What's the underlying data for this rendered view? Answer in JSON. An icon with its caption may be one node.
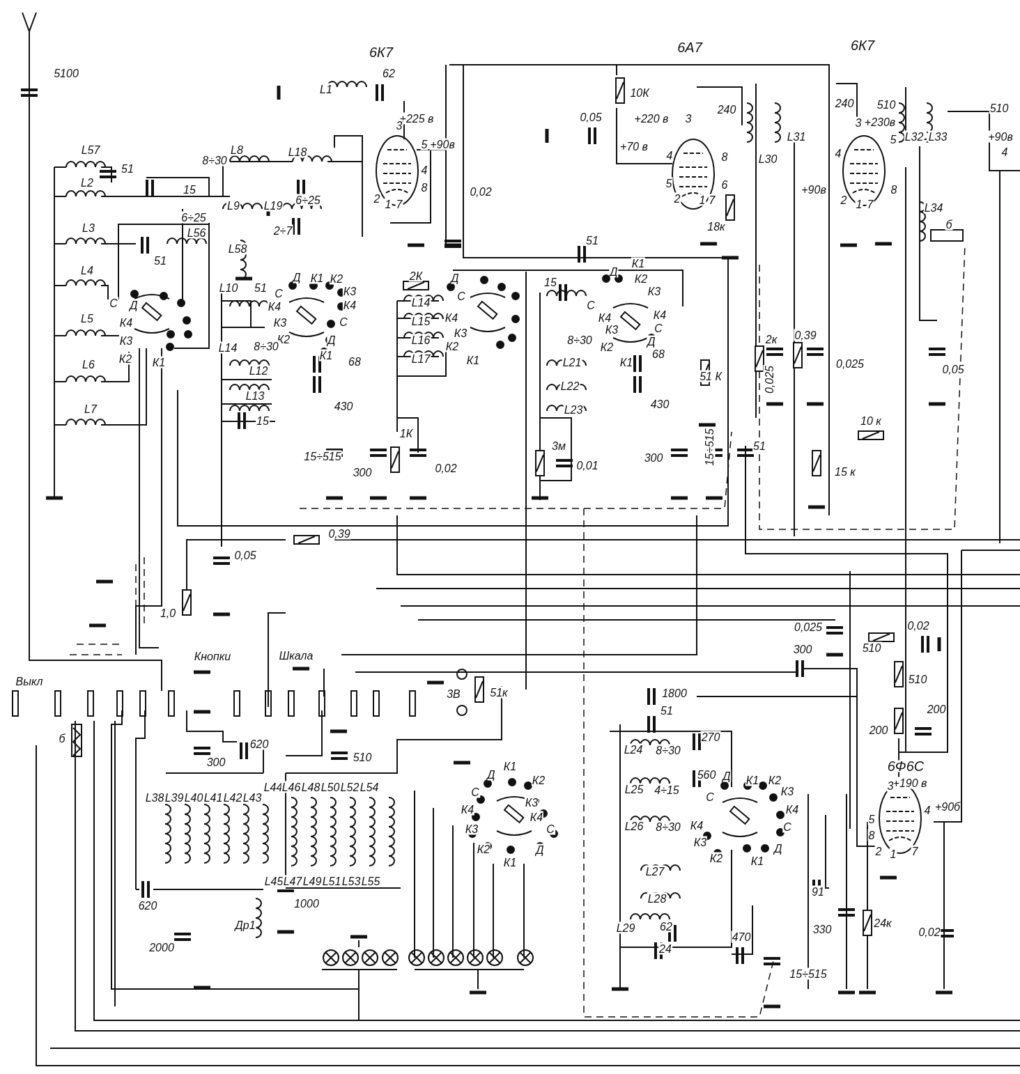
{
  "diagram": {
    "labels": [
      "5100",
      "6К7",
      "L1",
      "62",
      "6А7",
      "6К7",
      "10К",
      "+225 в",
      "0,05",
      "+220 в",
      "3",
      "5",
      "+90в",
      "4",
      "8",
      "2",
      "1",
      "7",
      "0,02",
      "+70 в",
      "3",
      "4",
      "8",
      "5",
      "6",
      "2",
      "1",
      "7",
      "18к",
      "240",
      "L30",
      "L31",
      "240",
      "510",
      "3",
      "+230в",
      "4",
      "5",
      "8",
      "2",
      "1",
      "7",
      "+90в",
      "L32",
      "L33",
      "510",
      "+90в",
      "4",
      "L34",
      "б",
      "L57",
      "51",
      "8÷30",
      "L2",
      "15",
      "L8",
      "L18",
      "6÷25",
      "L3",
      "6÷25",
      "L56",
      "L9",
      "L19",
      "2÷7",
      "51",
      "L58",
      "L4",
      "С",
      "Д",
      "К4",
      "L5",
      "К3",
      "К2",
      "L6",
      "К1",
      "L7",
      "L10",
      "51",
      "С",
      "Д",
      "К1",
      "К2",
      "К3",
      "К4",
      "К4",
      "К3",
      "К2",
      "С",
      "Д",
      "К1",
      "L14",
      "8÷30",
      "L12",
      "68",
      "L13",
      "430",
      "15",
      "15÷515",
      "300",
      "2К",
      "Д",
      "С",
      "L14",
      "К4",
      "L15",
      "К3",
      "L16",
      "К2",
      "L17",
      "К1",
      "1К",
      "0,02",
      "51",
      "15",
      "Д",
      "К1",
      "К2",
      "К3",
      "С",
      "К4",
      "К3",
      "К4",
      "С",
      "8÷30",
      "К2",
      "Д",
      "68",
      "L21",
      "К1",
      "L22",
      "430",
      "L23",
      "3м",
      "0,01",
      "51 К",
      "300",
      "15÷515",
      "51",
      "2к",
      "0,39",
      "0,025",
      "0,025",
      "0,05",
      "10 к",
      "15 к",
      "0,39",
      "0,05",
      "1,0",
      "0,025",
      "0,02",
      "300",
      "510",
      "Кнопки",
      "Шкала",
      "Выкл",
      "3В",
      "51к",
      "510",
      "1800",
      "51",
      "б",
      "620",
      "200",
      "200",
      "270",
      "L24",
      "8÷30",
      "300",
      "510",
      "6Ф6С",
      "560",
      "+190 в",
      "Д",
      "К1",
      "К2",
      "С",
      "К3",
      "К4",
      "К4",
      "К3",
      "С",
      "К2",
      "К1",
      "Д",
      "Д",
      "К1",
      "К2",
      "С",
      "К3",
      "К4",
      "К4",
      "С",
      "К3",
      "К2",
      "К1",
      "Д",
      "3",
      "5",
      "8",
      "4",
      "+90б",
      "2",
      "1",
      "7",
      "L25",
      "4÷15",
      "L26",
      "8÷30",
      "L27",
      "L28",
      "L29",
      "62",
      "24",
      "470",
      "91",
      "330",
      "24к",
      "0,02",
      "15÷515",
      "L38",
      "L39",
      "L40",
      "L41",
      "L42",
      "L43",
      "L44",
      "L46",
      "L48",
      "L50",
      "L52",
      "L54",
      "L45",
      "L47",
      "L49",
      "L51",
      "L53",
      "L55",
      "620",
      "1000",
      "2000",
      "Др1"
    ]
  }
}
